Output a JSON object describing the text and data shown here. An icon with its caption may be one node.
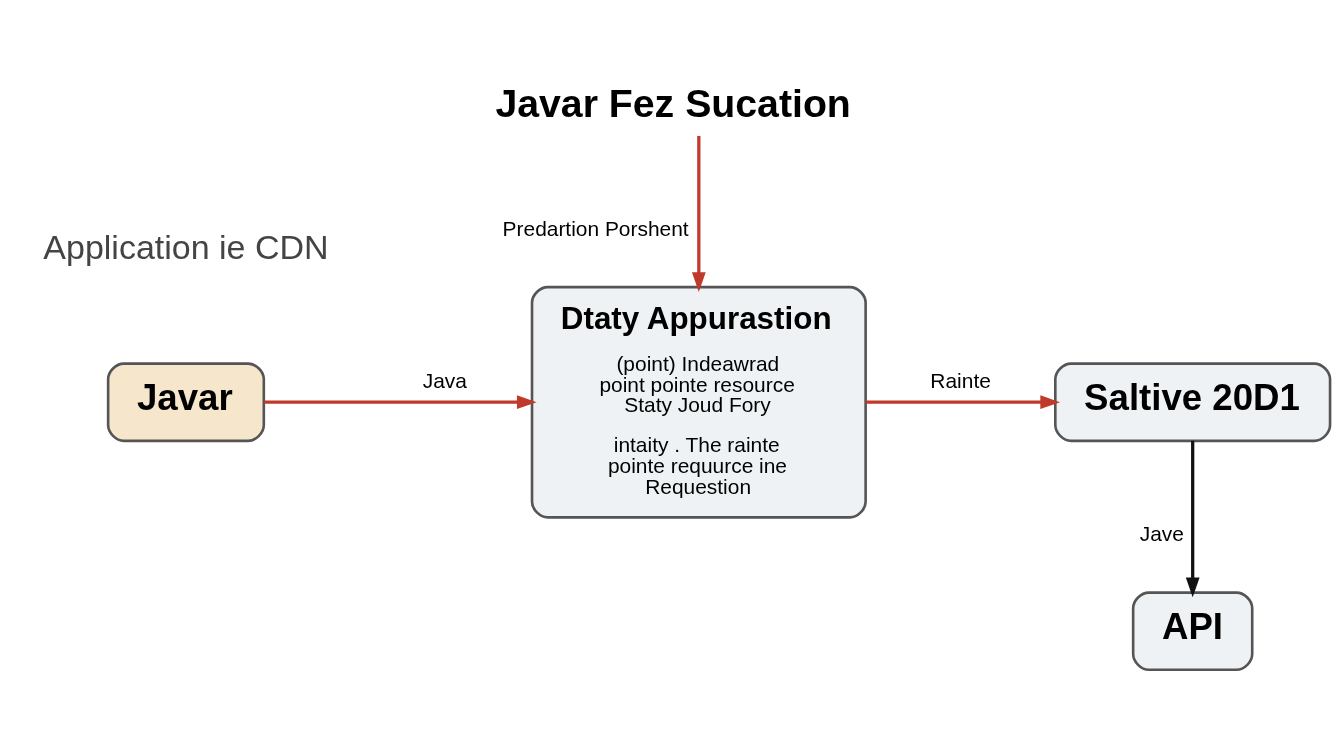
{
  "diagram": {
    "title": "Javar Fez Sucation",
    "nodes": [
      {
        "text": [
          "Javar"
        ]
      },
      {
        "text": [
          "Dtaty Appurastion",
          "(point) Indeawrad point pointe resource Staty Joud Fory",
          "intaity . The rainte pointe requurce ine Requestion"
        ]
      },
      {
        "text": [
          "Saltive 20D1"
        ]
      },
      {
        "text": [
          "API"
        ]
      }
    ],
    "edges": [
      {
        "from": 0,
        "to": 1,
        "arrow": "to",
        "label": "Java"
      },
      {
        "from": 1,
        "to": 2,
        "arrow": "to",
        "label": "Rainte"
      },
      {
        "from": 2,
        "to": 3,
        "arrow": "to",
        "label": "Jave",
        "color": "#111111"
      },
      {
        "from": null,
        "to": 1,
        "arrow": "to",
        "label": "Predartion Porshent"
      }
    ],
    "labels": [
      "Application ie CDN"
    ]
  }
}
